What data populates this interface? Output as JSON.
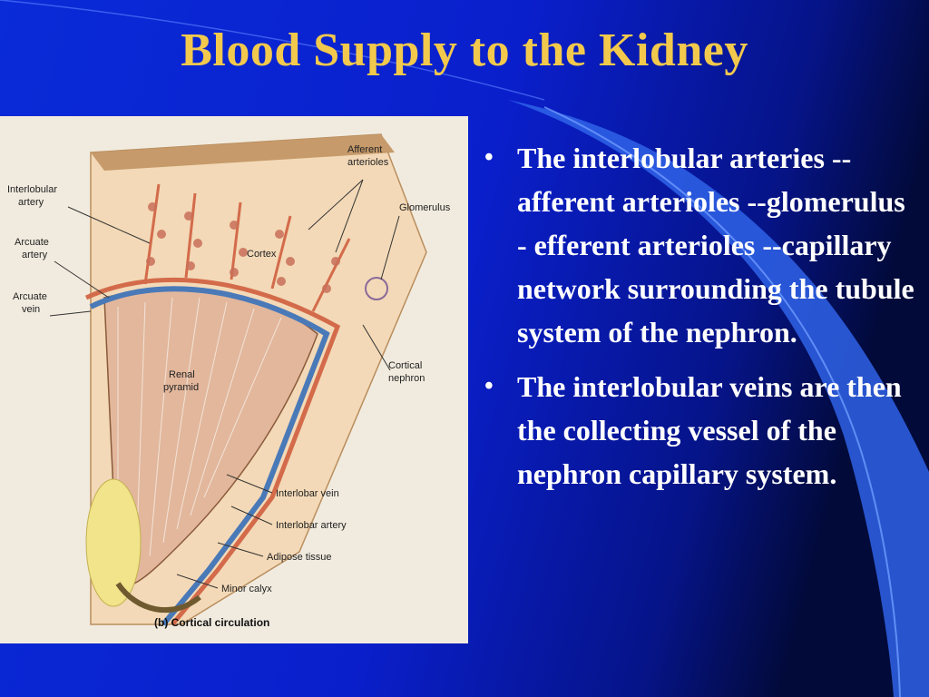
{
  "slide": {
    "title": "Blood Supply to the Kidney",
    "colors": {
      "background": "#0a1fd6",
      "title": "#f2c94c",
      "text": "#ffffff",
      "accent": "#4f86f7"
    },
    "bullets": [
      {
        "text": "The interlobular arteries --afferent arterioles --glomerulus - efferent arterioles --capillary network surrounding the tubule system of the nephron."
      },
      {
        "text": "The interlobular veins are then the collecting vessel of the nephron capillary system."
      }
    ]
  },
  "figure": {
    "labels": {
      "afferent_arterioles": [
        "Afferent",
        "arterioles"
      ],
      "interlobular_artery": [
        "Interlobular",
        "artery"
      ],
      "glomerulus": "Glomerulus",
      "arcuate_artery": [
        "Arcuate",
        "artery"
      ],
      "cortex": "Cortex",
      "arcuate_vein": [
        "Arcuate",
        "vein"
      ],
      "renal_pyramid": [
        "Renal",
        "pyramid"
      ],
      "cortical_nephron": [
        "Cortical",
        "nephron"
      ],
      "interlobar_vein": "Interlobar vein",
      "interlobar_artery": "Interlobar artery",
      "adipose_tissue": "Adipose tissue",
      "minor_calyx": "Minor calyx"
    },
    "caption": "(b) Cortical circulation"
  }
}
